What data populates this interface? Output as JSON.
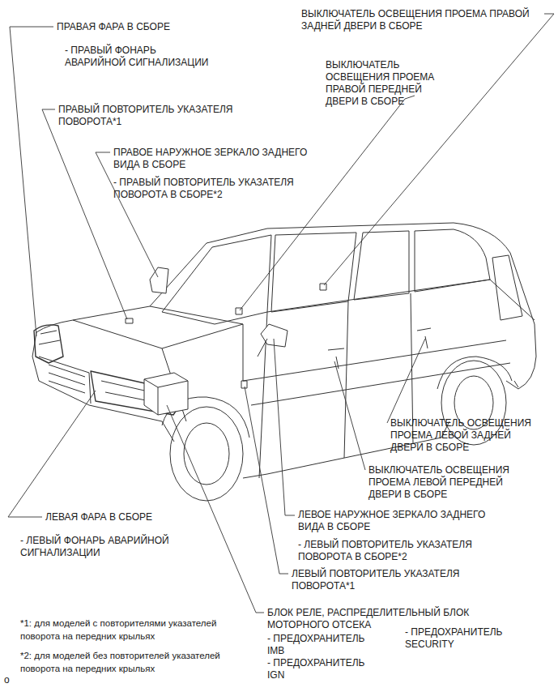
{
  "diagram": {
    "labels": [
      "ПРАВАЯ ФАРА В СБОРЕ",
      "- ПРАВЫЙ ФОНАРЬ АВАРИЙНОЙ СИГНАЛИЗАЦИИ",
      "ПРАВЫЙ ПОВТОРИТЕЛЬ УКАЗАТЕЛЯ ПОВОРОТА*1",
      "ПРАВОЕ НАРУЖНОЕ ЗЕРКАЛО ЗАДНЕГО ВИДА В СБОРЕ",
      "- ПРАВЫЙ ПОВТОРИТЕЛЬ УКАЗАТЕЛЯ ПОВОРОТА В СБОРЕ*2",
      "ВЫКЛЮЧАТЕЛЬ ОСВЕЩЕНИЯ ПРОЕМА ПРАВОЙ ЗАДНЕЙ ДВЕРИ В СБОРЕ",
      "ВЫКЛЮЧАТЕЛЬ ОСВЕЩЕНИЯ ПРОЕМА ПРАВОЙ ПЕРЕДНЕЙ ДВЕРИ В СБОРЕ",
      "ВЫКЛЮЧАТЕЛЬ ОСВЕЩЕНИЯ ПРОЕМА ЛЕВОЙ ЗАДНЕЙ ДВЕРИ В СБОРЕ",
      "ВЫКЛЮЧАТЕЛЬ ОСВЕЩЕНИЯ ПРОЕМА ЛЕВОЙ ПЕРЕДНЕЙ ДВЕРИ В СБОРЕ",
      "ЛЕВАЯ ФАРА В СБОРЕ",
      "- ЛЕВЫЙ ФОНАРЬ АВАРИЙНОЙ СИГНАЛИЗАЦИИ",
      "ЛЕВОЕ НАРУЖНОЕ ЗЕРКАЛО ЗАДНЕГО ВИДА В СБОРЕ",
      "- ЛЕВЫЙ ПОВТОРИТЕЛЬ УКАЗАТЕЛЯ ПОВОРОТА В СБОРЕ*2",
      "ЛЕВЫЙ ПОВТОРИТЕЛЬ УКАЗАТЕЛЯ ПОВОРОТА*1",
      "БЛОК РЕЛЕ, РАСПРЕДЕЛИТЕЛЬНЫЙ БЛОК МОТОРНОГО ОТСЕКА",
      "- ПРЕДОХРАНИТЕЛЬ IMB",
      "- ПРЕДОХРАНИТЕЛЬ IGN",
      "- ПРЕДОХРАНИТЕЛЬ SECURITY",
      "*1: для моделей с повторителями указателей поворота на передних крыльях",
      "*2: для моделей без повторителей указателей поворота на передних крыльях",
      "o"
    ]
  }
}
